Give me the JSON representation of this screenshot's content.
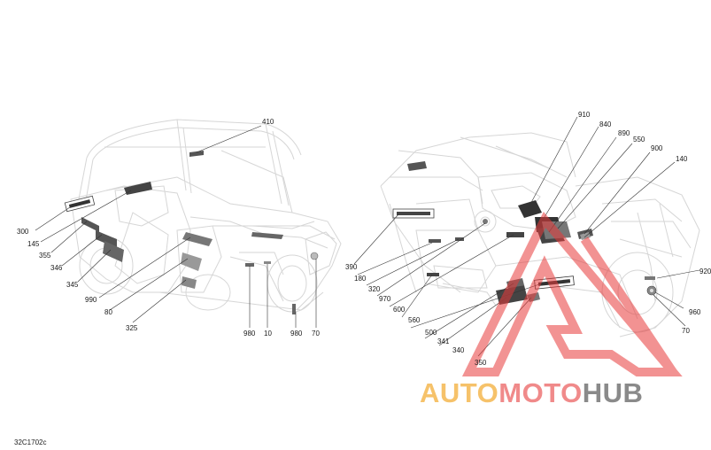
{
  "diagram_code": "32C1702c",
  "watermark": {
    "parts": [
      "AUTO",
      "MOTO",
      "HUB"
    ],
    "colors": [
      "#f6c26a",
      "#f08a8a",
      "#8a8a8a"
    ],
    "triangle_color": "#e83a3a"
  },
  "left_view": {
    "labels": [
      "410",
      "300",
      "145",
      "355",
      "346",
      "345",
      "990",
      "80",
      "325",
      "980",
      "10",
      "980",
      "70"
    ]
  },
  "right_view": {
    "labels": [
      "910",
      "840",
      "890",
      "550",
      "900",
      "140",
      "390",
      "180",
      "320",
      "970",
      "600",
      "560",
      "500",
      "341",
      "340",
      "350",
      "920",
      "960",
      "70"
    ]
  }
}
